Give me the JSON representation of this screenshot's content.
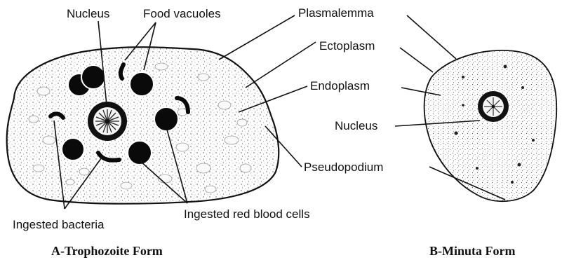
{
  "labels": {
    "nucleus_a": "Nucleus",
    "food_vacuoles": "Food vacuoles",
    "plasmalemma": "Plasmalemma",
    "ectoplasm": "Ectoplasm",
    "endoplasm": "Endoplasm",
    "nucleus_b": "Nucleus",
    "pseudopodium": "Pseudopodium",
    "ingested_bacteria": "Ingested bacteria",
    "ingested_rbc": "Ingested red blood cells"
  },
  "captions": {
    "a": "A-Trophozoite Form",
    "b": "B-Minuta Form"
  }
}
